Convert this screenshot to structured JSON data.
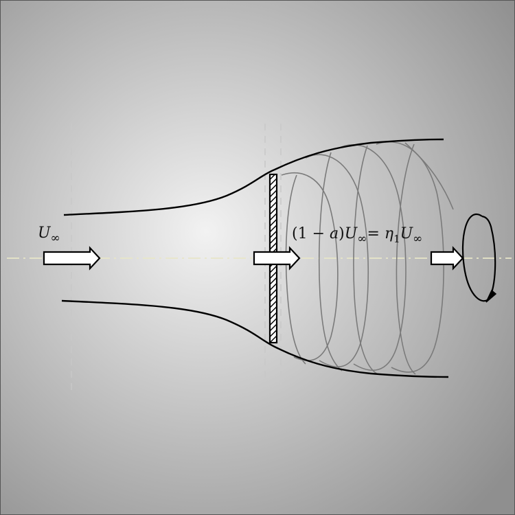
{
  "labels": {
    "u_inf": {
      "base": "U",
      "sub": "∞"
    },
    "disk_velocity": {
      "part1": "(1 − ",
      "part2": "a",
      "part3": ")",
      "part4": "U",
      "part5": "∞",
      "part6": "= ",
      "part7": "η",
      "part8": "1",
      "part9": "U",
      "part10": "∞"
    }
  },
  "colors": {
    "background_center": "#f2f2f2",
    "background_edge": "#8f8f8f",
    "stream_line": "#000000",
    "helix": "#7a7a7a",
    "centerline": "#e8e6c8",
    "guide": "#c8c8c8"
  },
  "icons": {
    "flow_arrow": "hollow-right-arrow",
    "rotation": "counter-rotation-arrow",
    "actuator_disk": "hatched-bar"
  }
}
